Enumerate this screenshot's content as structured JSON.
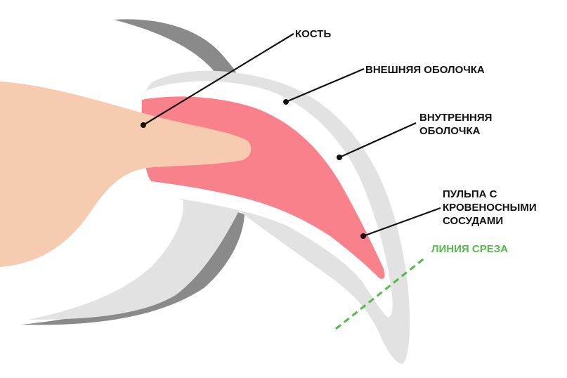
{
  "labels": {
    "bone": "КОСТЬ",
    "outer_shell": "ВНЕШНЯЯ ОБОЛОЧКА",
    "inner_shell_line1": "ВНУТРЕННЯЯ",
    "inner_shell_line2": "ОБОЛОЧКА",
    "pulp_line1": "ПУЛЬПА С",
    "pulp_line2": "КРОВЕНОСНЫМИ",
    "pulp_line3": "СОСУДАМИ",
    "cut_line": "ЛИНИЯ СРЕЗА"
  },
  "colors": {
    "skin": "#f7cbb0",
    "pulp": "#f8818c",
    "shell_light": "#e2e2e2",
    "shell_dark": "#8a8a8a",
    "inner_shell": "#ffffff",
    "cut_line": "#55b84a",
    "leader": "#111111"
  }
}
